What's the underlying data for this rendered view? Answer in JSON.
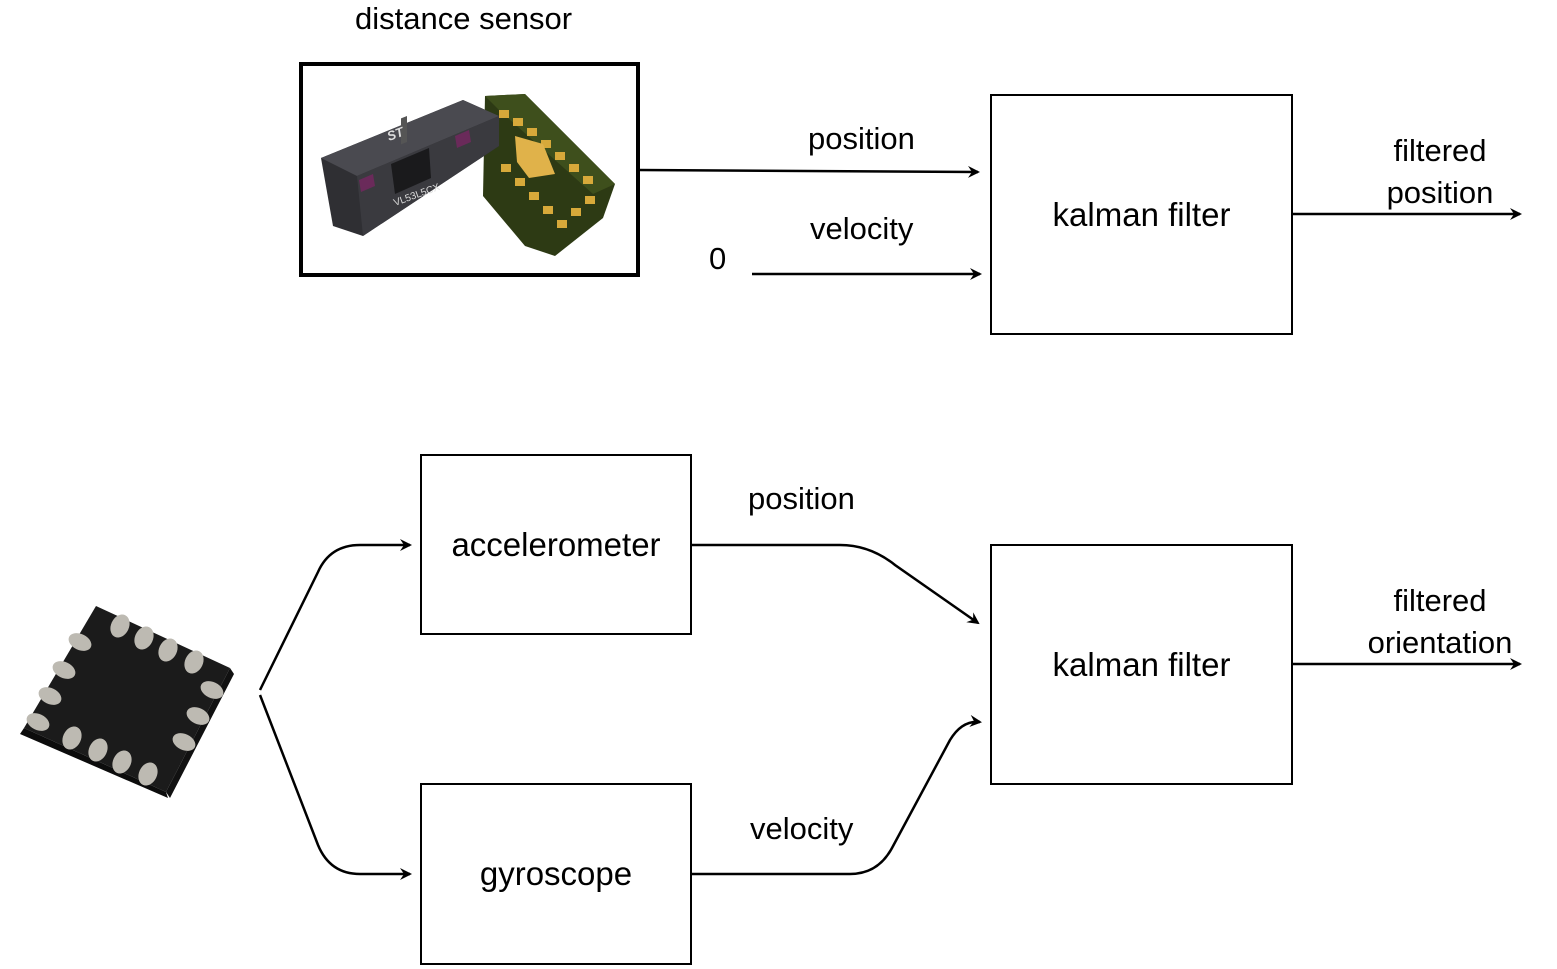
{
  "top": {
    "sensor_caption": "distance sensor",
    "chip_marking": "VL53L5CX",
    "chip_logo": "ST",
    "input_position_label": "position",
    "input_velocity_label": "velocity",
    "velocity_value": "0",
    "filter_label": "kalman filter",
    "output_line1": "filtered",
    "output_line2": "position"
  },
  "bottom": {
    "accelerometer_label": "accelerometer",
    "gyroscope_label": "gyroscope",
    "position_label": "position",
    "velocity_label": "velocity",
    "filter_label": "kalman filter",
    "output_line1": "filtered",
    "output_line2": "orientation"
  },
  "icons": {
    "distance_sensor": "distance-sensor-chip-photo",
    "imu": "imu-chip-photo"
  }
}
